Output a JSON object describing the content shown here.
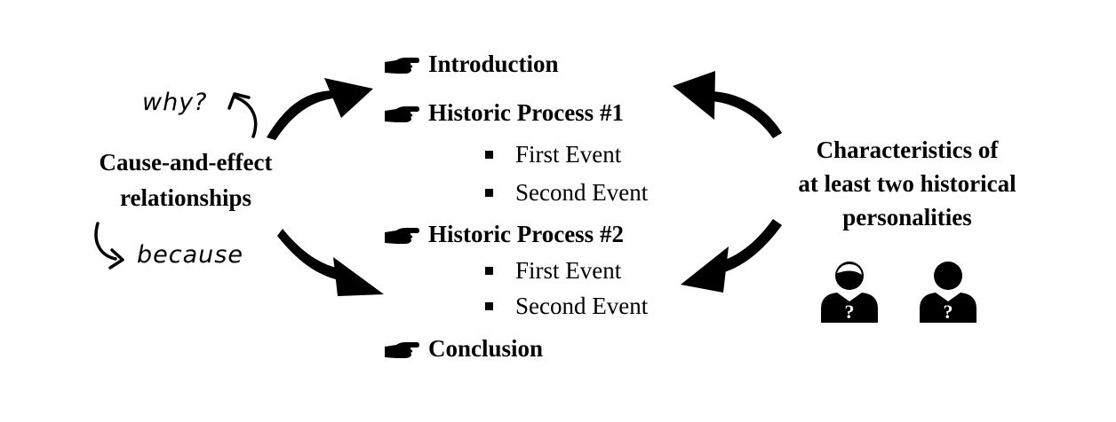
{
  "left": {
    "line1": "Cause-and-effect",
    "line2": "relationships",
    "why": "why?",
    "because": "because"
  },
  "outline": {
    "intro": "Introduction",
    "process1": "Historic Process #1",
    "p1_event1": "First Event",
    "p1_event2": "Second Event",
    "process2": "Historic Process #2",
    "p2_event1": "First Event",
    "p2_event2": "Second Event",
    "conclusion": "Conclusion"
  },
  "right": {
    "line1": "Characteristics of",
    "line2": "at least two historical",
    "line3": "personalities"
  },
  "icons": {
    "bullet": "pointing-hand-icon",
    "person1": "person-question-icon",
    "person2": "person-question-icon"
  },
  "colors": {
    "ink": "#000000",
    "background": "#ffffff"
  }
}
